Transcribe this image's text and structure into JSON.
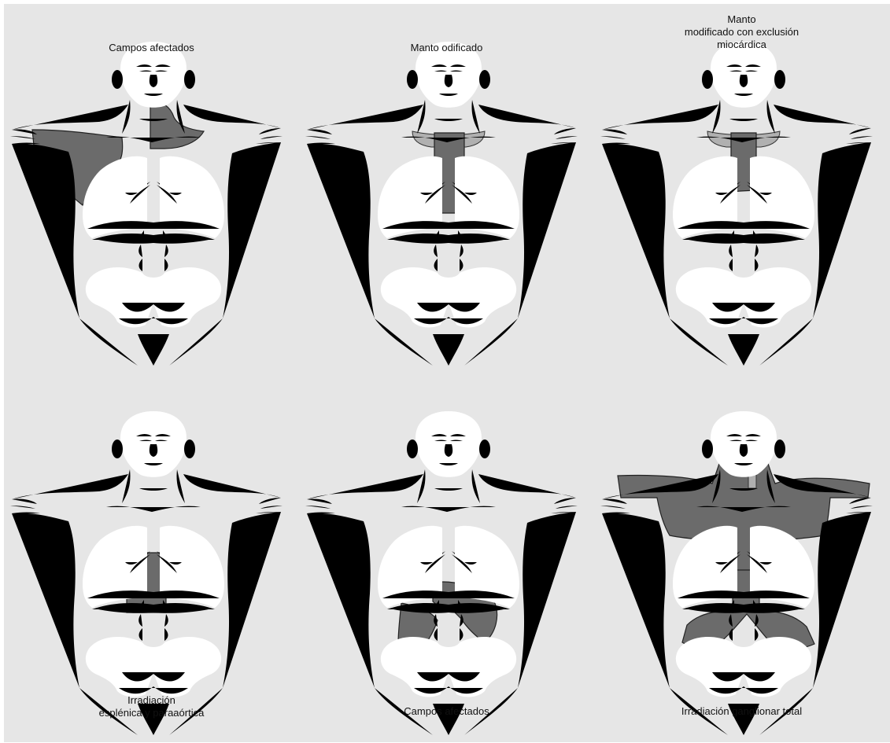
{
  "panels": [
    {
      "caption": [
        "Campos afectados"
      ],
      "caption_position": "top"
    },
    {
      "caption": [
        "Manto odificado"
      ],
      "caption_position": "top"
    },
    {
      "caption": [
        "Manto",
        "modificado con exclusión",
        "miocárdica"
      ],
      "caption_position": "top"
    },
    {
      "caption": [
        "Irradiación",
        "esplénica y paraaórtica"
      ],
      "caption_position": "bottom"
    },
    {
      "caption": [
        "Campos afectados"
      ],
      "caption_position": "bottom"
    },
    {
      "caption": [
        "Irradiación ganglionar total"
      ],
      "caption_position": "bottom"
    }
  ],
  "colors": {
    "background": "#e6e6e6",
    "field_shading": "#6b6b6b",
    "field_shading_light": "#b0b0b0",
    "outline": "#111111"
  }
}
